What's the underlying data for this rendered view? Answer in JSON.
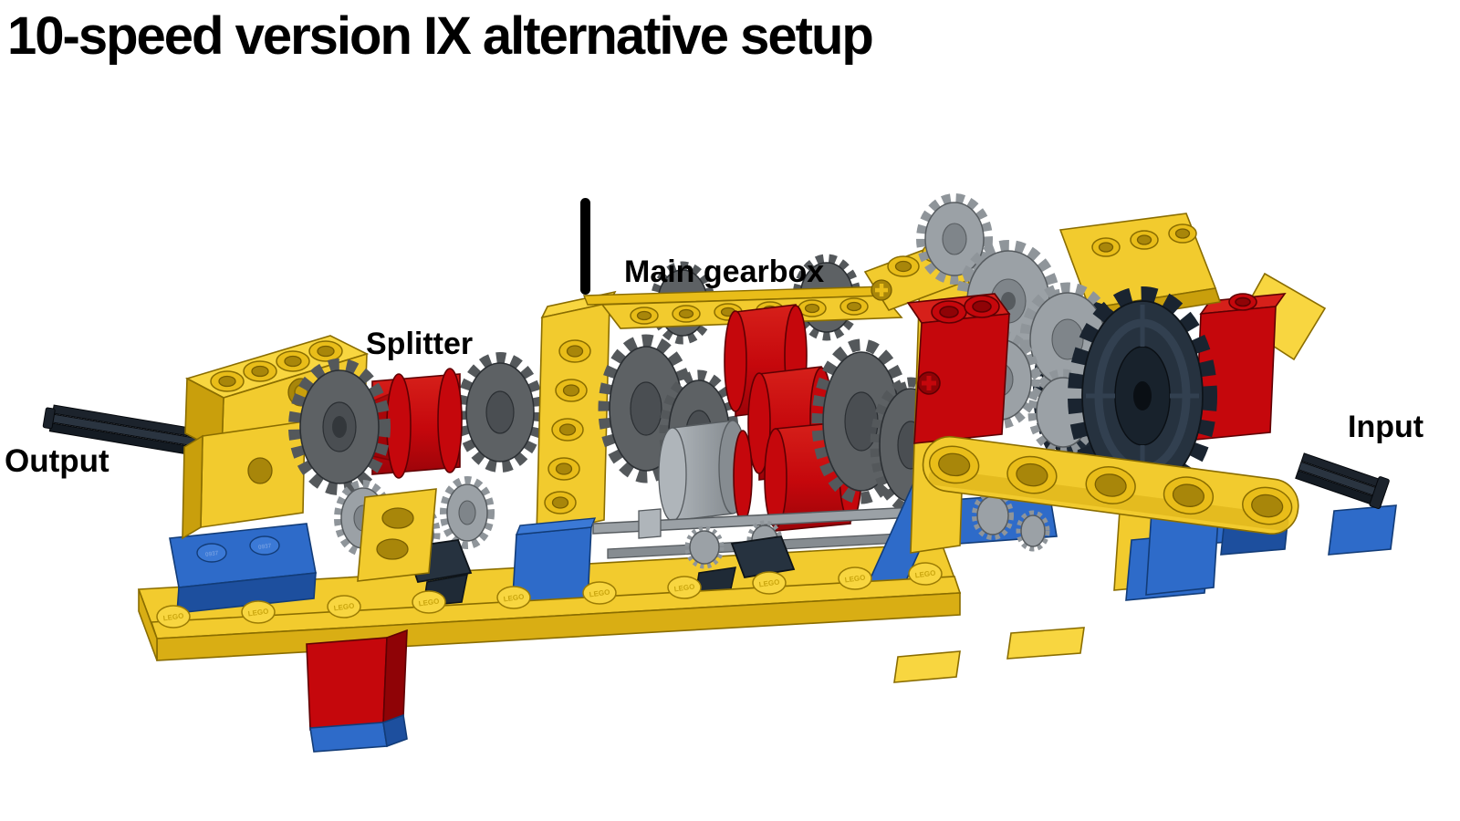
{
  "title": "10-speed version IX alternative setup",
  "annotations": {
    "splitter": "Splitter",
    "main_gearbox": "Main gearbox",
    "output": "Output",
    "input": "Input"
  },
  "branding": {
    "stud_text": "LEGO",
    "stud_text_alt": "0937"
  },
  "palette": {
    "background": "#FFFFFF",
    "text": "#000000",
    "lego_yellow": "#F2CB2E",
    "lego_yellow_light": "#F8D640",
    "lego_yellow_shade": "#C99F0C",
    "lego_blue": "#2E6BC9",
    "lego_blue_shade": "#1D4F9E",
    "lego_red": "#C5070C",
    "lego_red_shade": "#8F0306",
    "gear_dark_gray": "#5D6164",
    "gear_light_gray": "#9BA1A6",
    "gear_navy": "#26323F",
    "axle_black": "#1C232C"
  }
}
